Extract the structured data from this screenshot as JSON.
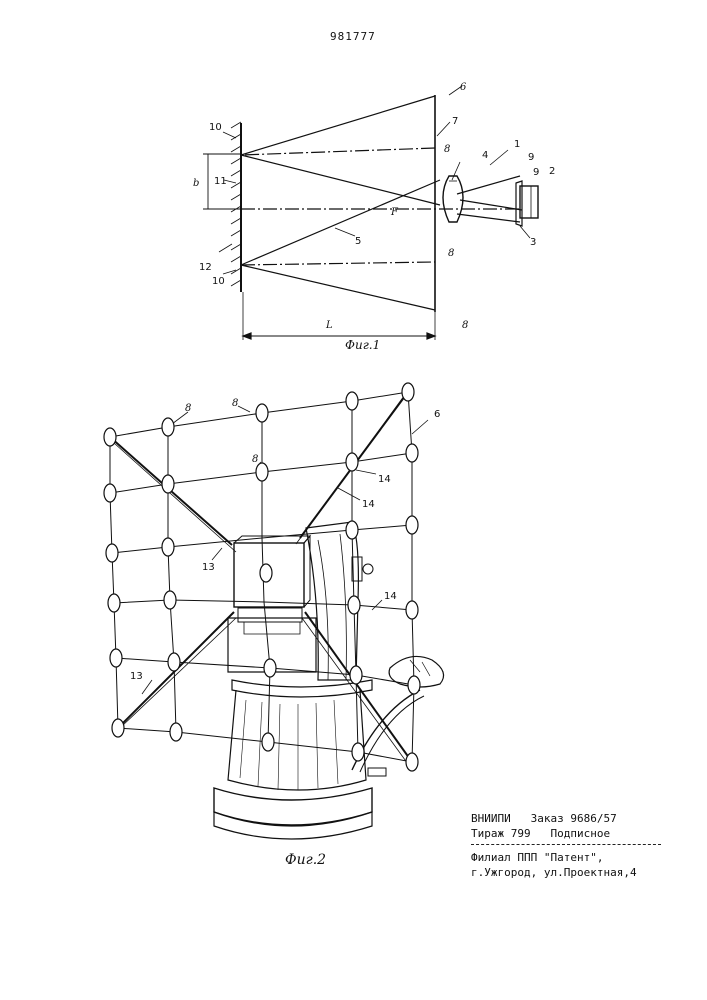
{
  "document": {
    "number": "981777"
  },
  "figure1": {
    "caption": "Фиг.1",
    "labels": {
      "n1": "1",
      "n2": "2",
      "n3": "3",
      "n4": "4",
      "n5": "5",
      "n6": "6",
      "n7": "7",
      "n8": "8",
      "n9": "9",
      "n10": "10",
      "n11": "11",
      "n12": "12",
      "b": "b",
      "F": "F",
      "L": "L"
    }
  },
  "figure2": {
    "caption": "Фиг.2",
    "labels": {
      "n6": "6",
      "n8": "8",
      "n13": "13",
      "n14": "14"
    }
  },
  "imprint": {
    "line1": "ВНИИПИ   Заказ 9686/57",
    "line2": "Тираж 799   Подписное",
    "line3": "Филиал ППП \"Патент\",",
    "line4": "г.Ужгород, ул.Проектная,4"
  }
}
